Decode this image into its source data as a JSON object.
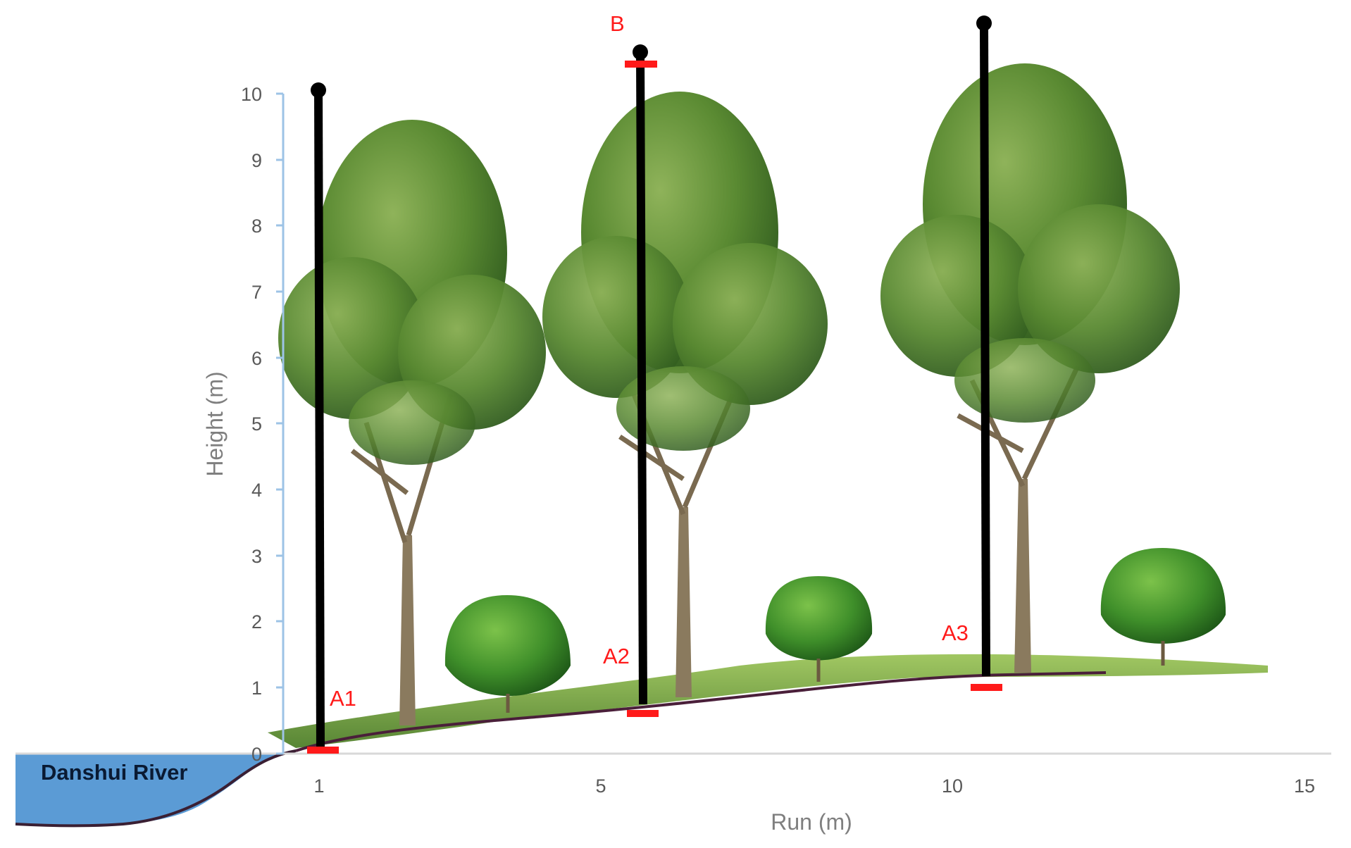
{
  "chart_data": {
    "type": "diagram",
    "xlabel": "Run (m)",
    "ylabel": "Height (m)",
    "x_ticks": [
      "1",
      "5",
      "10",
      "15"
    ],
    "y_ticks": [
      "0",
      "1",
      "2",
      "3",
      "4",
      "5",
      "6",
      "7",
      "8",
      "9",
      "10"
    ],
    "river_label": "Danshui River",
    "point_labels": [
      "A1",
      "A2",
      "A3",
      "B"
    ],
    "colors": {
      "river": "#5b9bd5",
      "y_axis": "#9dc3e6",
      "marker": "#ff1a1a",
      "pole": "#000000",
      "grass": "#7fb03a",
      "foliage": "#4f7a2a"
    }
  }
}
